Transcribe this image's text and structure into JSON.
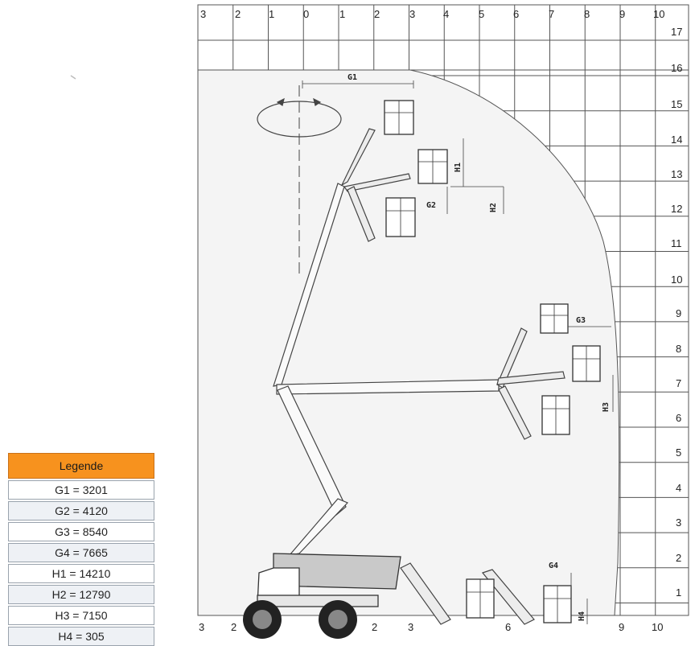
{
  "grid": {
    "top_labels": [
      "3",
      "2",
      "1",
      "0",
      "1",
      "2",
      "3",
      "4",
      "5",
      "6",
      "7",
      "8",
      "9",
      "10"
    ],
    "bottom_labels": [
      "3",
      "2",
      "2",
      "3",
      "6",
      "9",
      "10"
    ],
    "right_labels": [
      "17",
      "16",
      "15",
      "14",
      "13",
      "12",
      "11",
      "10",
      "9",
      "8",
      "7",
      "6",
      "5",
      "4",
      "3",
      "2",
      "1"
    ]
  },
  "dimensions": {
    "g1": "G1",
    "g2": "G2",
    "g3": "G3",
    "g4": "G4",
    "h1": "H1",
    "h2": "H2",
    "h3": "H3",
    "h4": "H4"
  },
  "legend": {
    "title": "Legende",
    "items": [
      "G1 = 3201",
      "G2 = 4120",
      "G3 = 8540",
      "G4 = 7665",
      "H1 = 14210",
      "H2 = 12790",
      "H3 = 7150",
      "H4 = 305"
    ]
  },
  "colors": {
    "legend_header": "#f7921e",
    "grid_line": "#555555",
    "envelope_fill": "#f4f4f4",
    "machine_body": "#c9c9c9"
  }
}
